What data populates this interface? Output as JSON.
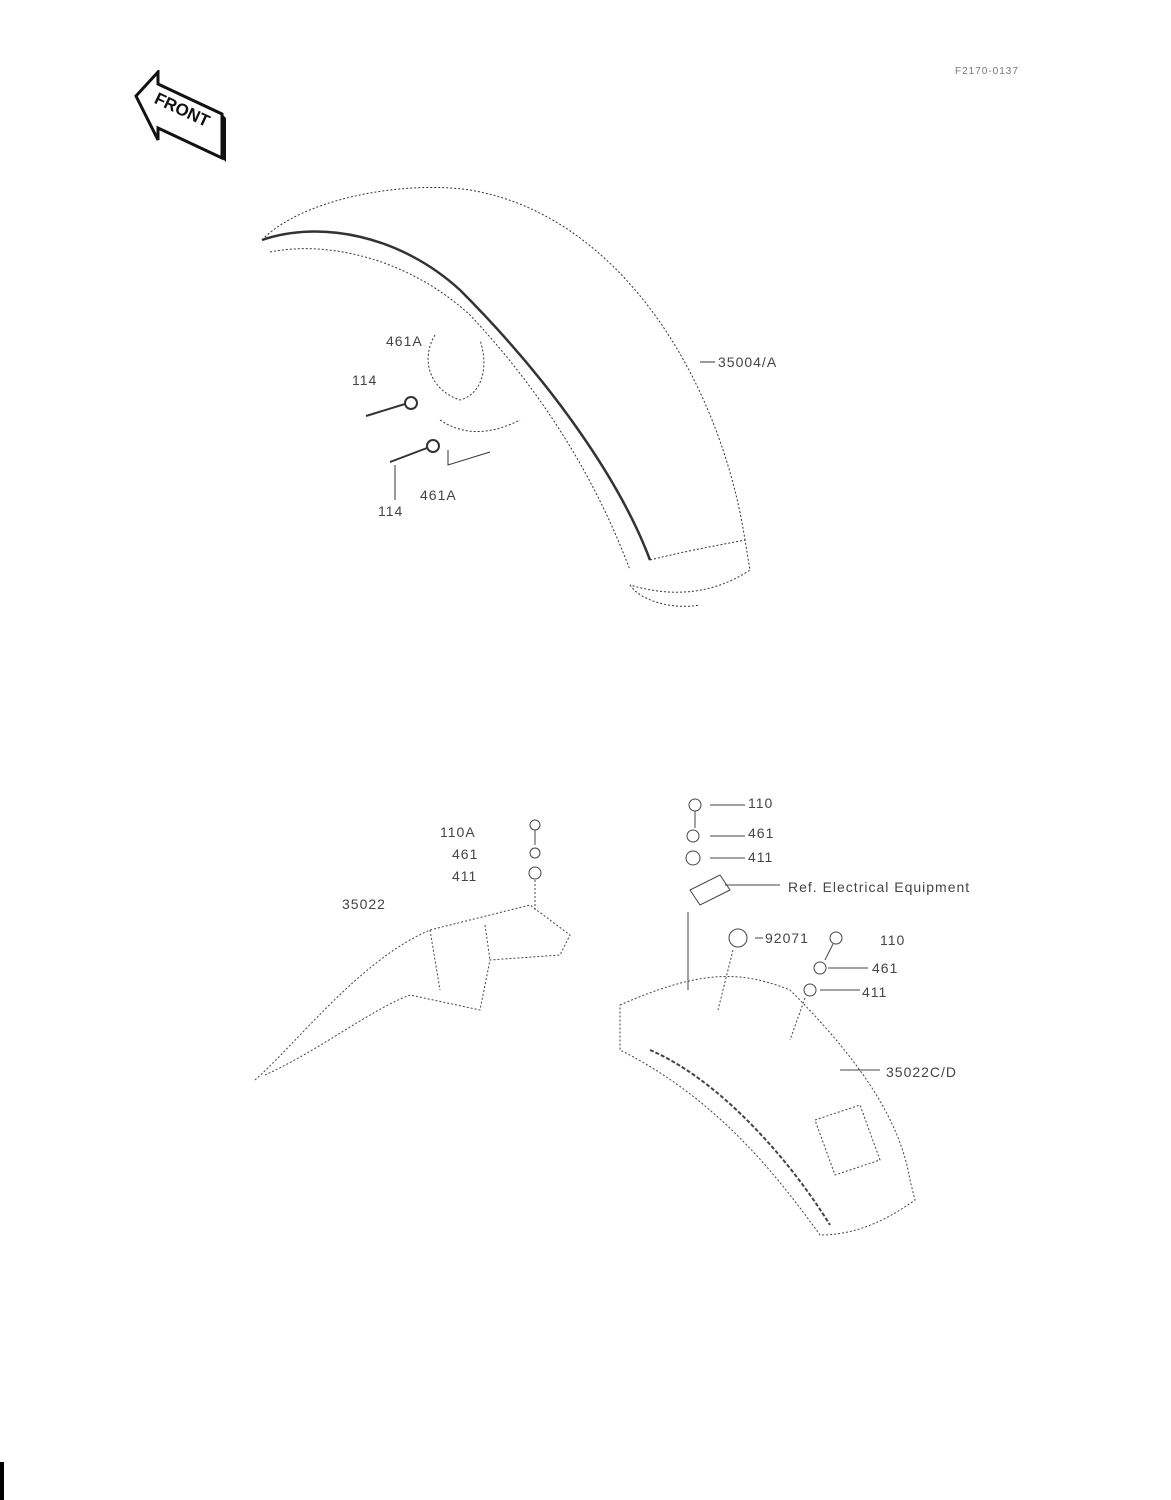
{
  "header": {
    "diagram_code": "F2170-0137",
    "front_label": "FRONT"
  },
  "front_fender": {
    "part": "35004/A",
    "callouts": [
      "461A",
      "114",
      "114",
      "461A"
    ]
  },
  "rear_fender_left": {
    "part": "35022",
    "callouts": [
      "110A",
      "461",
      "411"
    ]
  },
  "rear_fender_right": {
    "part": "35022C/D",
    "callouts": [
      "110",
      "461",
      "411",
      "Ref. Electrical Equipment",
      "92071",
      "110",
      "461",
      "411"
    ]
  }
}
